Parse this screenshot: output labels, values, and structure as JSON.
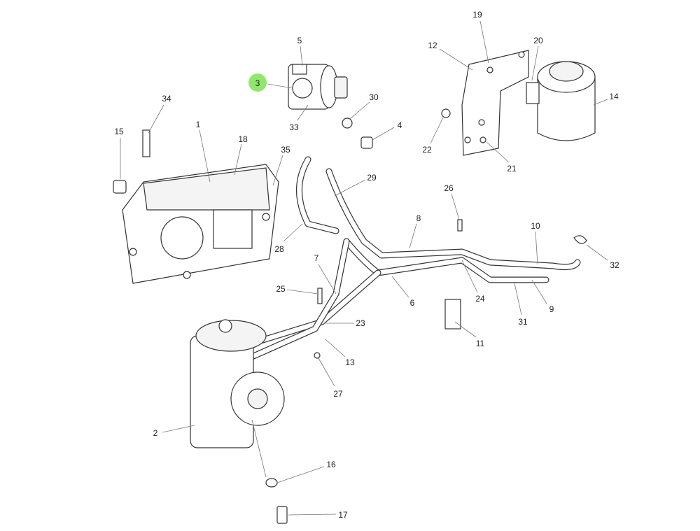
{
  "diagram": {
    "highlight_color": "#8fe86c",
    "selected_callout": "3",
    "callouts": [
      "19",
      "5",
      "12",
      "20",
      "3",
      "34",
      "30",
      "14",
      "1",
      "15",
      "18",
      "33",
      "4",
      "35",
      "22",
      "21",
      "29",
      "26",
      "8",
      "10",
      "28",
      "32",
      "7",
      "25",
      "6",
      "24",
      "9",
      "31",
      "23",
      "11",
      "13",
      "27",
      "2",
      "16",
      "17"
    ]
  }
}
